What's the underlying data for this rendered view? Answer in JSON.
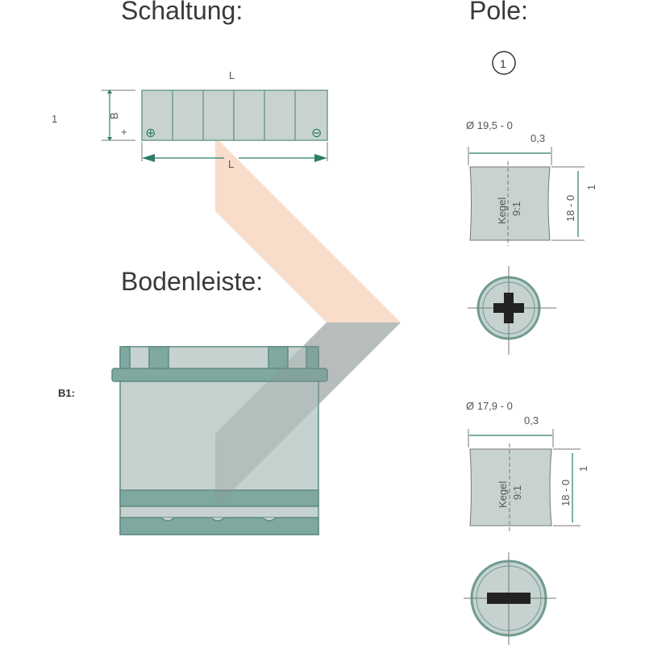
{
  "headings": {
    "schaltung": "Schaltung:",
    "pole": "Pole:",
    "bodenleiste": "Bodenleiste:"
  },
  "schaltung": {
    "row_label": "1",
    "length_label": "L",
    "width_label": "B",
    "plus_mark": "+",
    "plus_terminal": "⊕",
    "minus_terminal": "⊖"
  },
  "pole": {
    "type_badge": "1",
    "positive": {
      "diameter": "Ø 19,5 - 0",
      "tolerance": "0,3",
      "taper": "Kegel",
      "ratio": "9:1",
      "height": "18 - 0",
      "height_tol": "1",
      "symbol": "+"
    },
    "negative": {
      "diameter": "Ø 17,9 - 0",
      "tolerance": "0,3",
      "taper": "Kegel",
      "ratio": "9:1",
      "height": "18 - 0",
      "height_tol": "1",
      "symbol": "−"
    }
  },
  "bodenleiste": {
    "label": "B1:"
  },
  "colors": {
    "body": "#c5d2cf",
    "accent": "#7fa8a0",
    "dim": "#2b7d68",
    "watermark_top": "#f4c7a8",
    "watermark_bottom": "#8c9494"
  }
}
